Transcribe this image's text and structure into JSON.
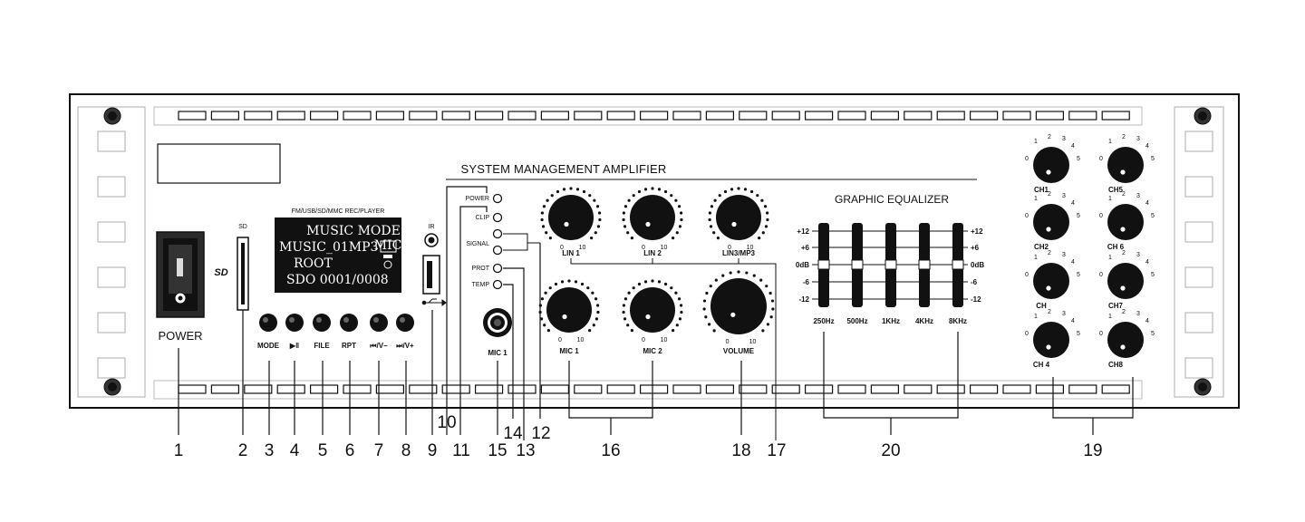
{
  "header": {
    "title": "SYSTEM MANAGEMENT AMPLIFIER"
  },
  "power": {
    "label": "POWER"
  },
  "player": {
    "caption": "FM/USB/SD/MMC REC/PLAYER",
    "sd_label": "SD",
    "sd_logo": "SD",
    "ir_label": "IR",
    "lcd_lines": [
      "MUSIC MODE",
      "MUSIC_01MP3",
      "ROOT",
      "SDO  0001/0008"
    ],
    "lcd_badge": "MIC",
    "buttons": [
      "MODE",
      "▶‖",
      "FILE",
      "RPT",
      "⏮/V−",
      "⏭/V+"
    ]
  },
  "indicators": [
    "POWER",
    "CLIP",
    "SIGNAL",
    "PROT",
    "TEMP"
  ],
  "mic_jack": {
    "label": "MIC 1"
  },
  "knobs": {
    "scale_min": "0",
    "scale_max": "10",
    "top": [
      "LIN 1",
      "LIN 2",
      "LIN3/MP3"
    ],
    "bottom": [
      "MIC 1",
      "MIC 2",
      "VOLUME"
    ]
  },
  "equalizer": {
    "title": "GRAPHIC EQUALIZER",
    "scale": [
      "+12",
      "+6",
      "0dB",
      "-6",
      "-12"
    ],
    "bands": [
      "250Hz",
      "500Hz",
      "1KHz",
      "4KHz",
      "8KHz"
    ],
    "levels_db": [
      0,
      0,
      0,
      0,
      0
    ]
  },
  "channels": {
    "scale": [
      "0",
      "1",
      "2",
      "3",
      "4",
      "5"
    ],
    "left": [
      "CH1",
      "CH2",
      "CH",
      "CH 4"
    ],
    "right": [
      "CH5",
      "CH 6",
      "CH7",
      "CH8"
    ]
  },
  "callouts": [
    "1",
    "2",
    "3",
    "4",
    "5",
    "6",
    "7",
    "8",
    "9",
    "10",
    "11",
    "12",
    "13",
    "14",
    "15",
    "16",
    "17",
    "18",
    "19",
    "20"
  ]
}
